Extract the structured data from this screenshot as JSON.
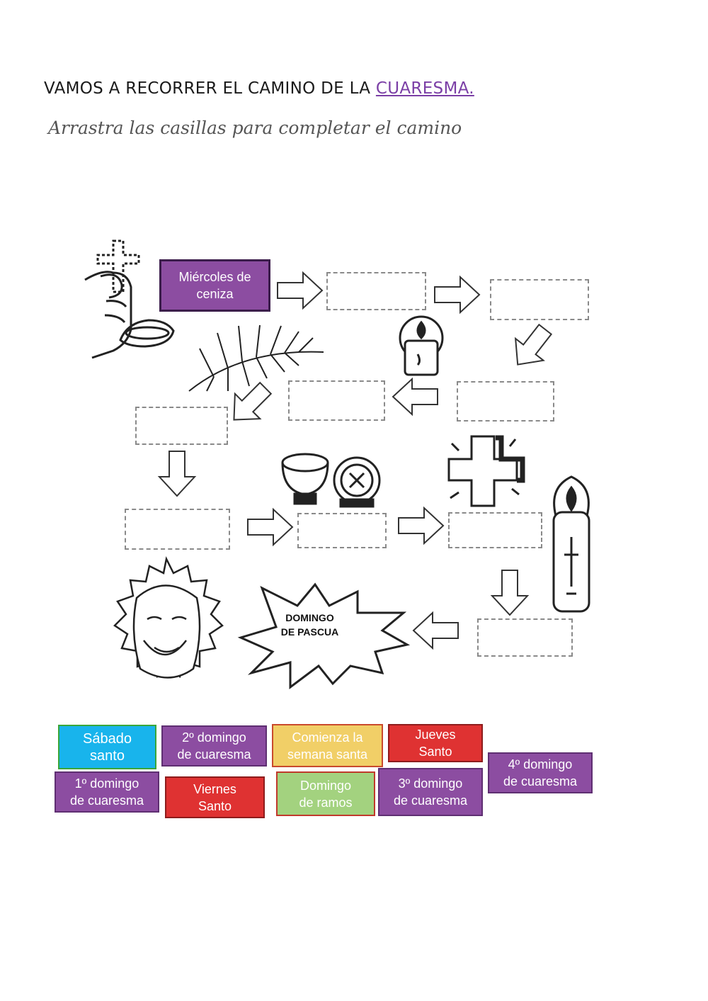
{
  "title": {
    "main": "VAMOS A RECORRER EL CAMINO DE LA ",
    "link": "CUARESMA."
  },
  "subtitle": "Arrastra las casillas para completar el camino",
  "start_card": {
    "line1": "Miércoles de",
    "line2": "ceniza"
  },
  "burst_label": {
    "line1": "DOMINGO",
    "line2": "DE PASCUA"
  },
  "cards": [
    {
      "id": "sabado-santo",
      "line1": "Sábado",
      "line2": "santo",
      "color": "#18b4ec"
    },
    {
      "id": "2-domingo",
      "line1": "2º domingo",
      "line2": "de cuaresma",
      "color": "#8c4da1"
    },
    {
      "id": "comienza-semana",
      "line1": "Comienza la",
      "line2": "semana santa",
      "color": "#f1cf67"
    },
    {
      "id": "jueves-santo",
      "line1": "Jueves",
      "line2": "Santo",
      "color": "#df3232"
    },
    {
      "id": "4-domingo",
      "line1": "4º domingo",
      "line2": "de cuaresma",
      "color": "#8c4da1"
    },
    {
      "id": "1-domingo",
      "line1": "1º domingo",
      "line2": "de cuaresma",
      "color": "#8c4da1"
    },
    {
      "id": "viernes-santo",
      "line1": "Viernes",
      "line2": "Santo",
      "color": "#df3232"
    },
    {
      "id": "domingo-ramos",
      "line1": "Domingo",
      "line2": "de ramos",
      "color": "#a3d27f"
    },
    {
      "id": "3-domingo",
      "line1": "3º domingo",
      "line2": "de cuaresma",
      "color": "#8c4da1"
    }
  ],
  "icons": [
    "hand-ash-cross-icon",
    "palm-leaf-icon",
    "candle-icon",
    "chalice-host-icon",
    "cross-icon",
    "paschal-candle-icon",
    "risen-jesus-icon",
    "easter-burst-icon"
  ]
}
